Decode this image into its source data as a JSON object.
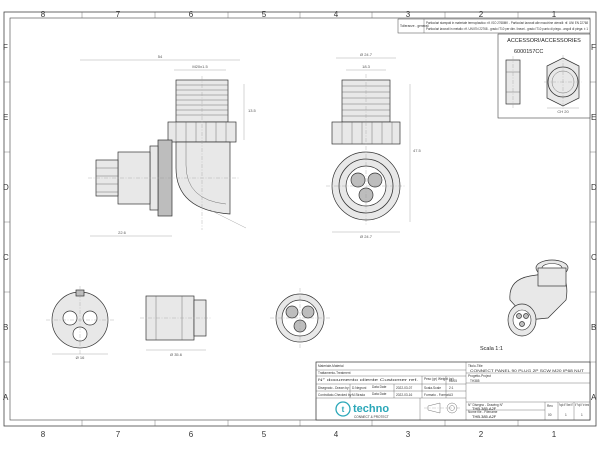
{
  "drawing": {
    "columns": [
      "8",
      "7",
      "6",
      "5",
      "4",
      "3",
      "2",
      "1"
    ],
    "rows": [
      "F",
      "E",
      "D",
      "C",
      "B",
      "A"
    ]
  },
  "tolerance": {
    "label": "Tolleranze - generali",
    "line1": "Particolari stampati in materiale termoplastico: rif. ISO 2768MK  -  Particolari lavorati alle macchine utensili: rif. UNI EN 22768",
    "line2": "Particolari lavorati in metallo: rif. UNI EN 22768 - grado IT10 per dim. lineari - grado IT10 punto di piega - angoli di piega: ± 1"
  },
  "accessory": {
    "title": "ACCESSORI/ACCESSORIES",
    "code": "6000157CC",
    "dim": "CH 20"
  },
  "dims": {
    "d1": "54",
    "d2": "M20x1.5",
    "d3": "22.6",
    "d4": "Ø 24.7",
    "d5": "18.3",
    "d6": "Ø 24.7",
    "d7": "47.5",
    "d8": "Ø 16",
    "d9": "Ø 35.6",
    "d10": "13.5",
    "scale_note": "Scala 1:1"
  },
  "titleblock": {
    "material_label": "Materiale-Material",
    "treatment_label": "Trattamento-Treatment",
    "docs_label": "N° documento cliente Customer ref.",
    "drawn_label": "Disegnato - Drawn by:",
    "drawn_value": "D.Negroni",
    "drawn_date_label": "Data Date",
    "drawn_date": "2022-03-07",
    "checked_label": "Controllato-Checked by:",
    "checked_value": "M.Strada",
    "checked_date_label": "Data Date",
    "checked_date": "2022-03-16",
    "weight_label": "Peso (gr) Weight (gr)",
    "weight_value": "18.05",
    "scale_label": "Scala-Scale",
    "scale_value": "2:1",
    "format_label": "Formato - Format",
    "format_value": "A3",
    "title_label": "Titolo-Title",
    "title_value": "CONNECT PANEL 90 PLUG 2P SCW M20 IP68 NUT",
    "project_label": "Progetto-Project",
    "project_value": "TH385",
    "drawing_label": "N° Disegno - Drawing N°",
    "drawing_value": "THB.385.A2F",
    "file_label": "Nome file - Filename",
    "file_value": "THB.385.A2F",
    "rev_label": "Rev.",
    "rev_value": "00",
    "sheet_label": "Foglio N° Sheet N°",
    "sheet_value": "1",
    "sheets_label": "N° Fogli N° of sheets",
    "sheets_value": "1",
    "logo_text": "techno",
    "logo_sub": "CONNECT & PROTECT"
  }
}
